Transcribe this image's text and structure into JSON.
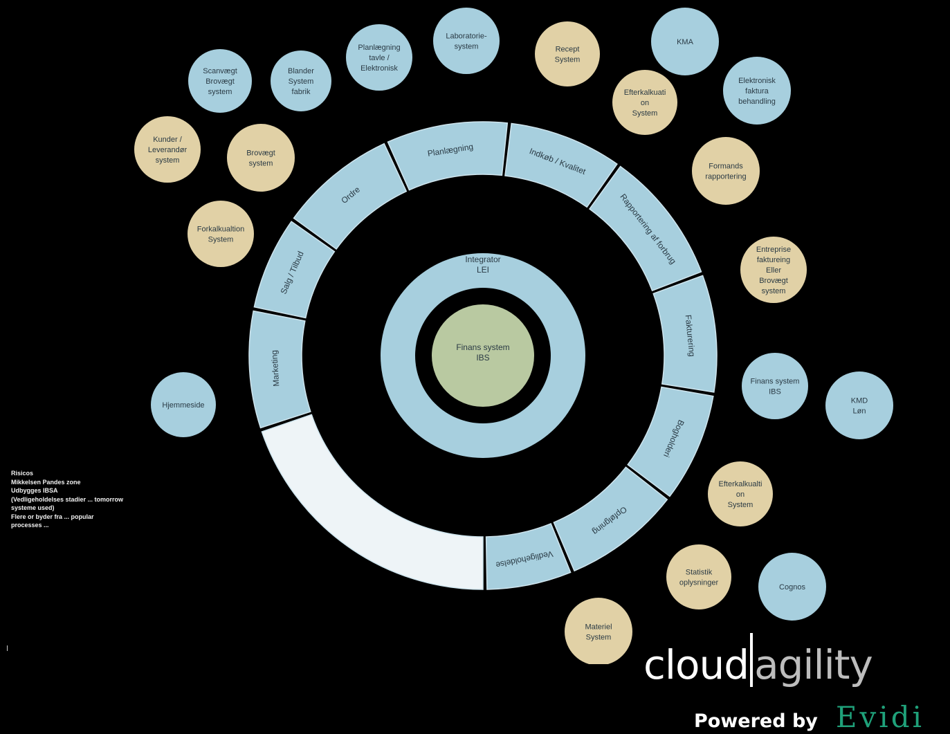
{
  "colors": {
    "blue": "#a7cfde",
    "tan": "#e1d1a6",
    "center": "#b9c9a1",
    "highlight": "#eef4f7",
    "background": "#000000"
  },
  "ring_segments": [
    "Planlægning",
    "Indkøb / Kvalitet",
    "Rapportering af forbrug",
    "Fakturering",
    "Bogholderi",
    "Opfølgning",
    "Vedligeholdelse",
    "",
    "Marketing",
    "Salg / Tilbud",
    "Ordre"
  ],
  "inner_ring": [
    "Integrator",
    "LEI"
  ],
  "center": [
    "Finans system",
    "IBS"
  ],
  "systems": [
    {
      "id": "scanvaegt",
      "lines": [
        "Scanvægt",
        "Brovægt",
        "system"
      ],
      "color": "blue"
    },
    {
      "id": "blander",
      "lines": [
        "Blander",
        "System",
        "fabrik"
      ],
      "color": "blue"
    },
    {
      "id": "planlaegning-tavle",
      "lines": [
        "Planlægning",
        "tavle /",
        "Elektronisk"
      ],
      "color": "blue"
    },
    {
      "id": "laboratorie",
      "lines": [
        "Laboratorie-",
        "system"
      ],
      "color": "blue"
    },
    {
      "id": "recept",
      "lines": [
        "Recept",
        "System"
      ],
      "color": "tan"
    },
    {
      "id": "kma",
      "lines": [
        "KMA"
      ],
      "color": "blue"
    },
    {
      "id": "efterkalkulation-top",
      "lines": [
        "Efterkalkuati",
        "on",
        "System"
      ],
      "color": "tan"
    },
    {
      "id": "elektronisk-faktura",
      "lines": [
        "Elektronisk",
        "faktura",
        "behandling"
      ],
      "color": "blue"
    },
    {
      "id": "kunder",
      "lines": [
        "Kunder /",
        "Leverandør",
        "system"
      ],
      "color": "tan"
    },
    {
      "id": "brovaegt",
      "lines": [
        "Brovægt",
        "system"
      ],
      "color": "tan"
    },
    {
      "id": "formands",
      "lines": [
        "Formands",
        "rapportering"
      ],
      "color": "tan"
    },
    {
      "id": "forkalkulation",
      "lines": [
        "Forkalkualtion",
        "System"
      ],
      "color": "tan"
    },
    {
      "id": "entreprise",
      "lines": [
        "Entreprise",
        "faktureing",
        "Eller",
        "Brovægt",
        "system"
      ],
      "color": "tan"
    },
    {
      "id": "hjemmeside",
      "lines": [
        "Hjemmeside"
      ],
      "color": "blue"
    },
    {
      "id": "finans-right",
      "lines": [
        "Finans system",
        "IBS"
      ],
      "color": "blue"
    },
    {
      "id": "kmd",
      "lines": [
        "KMD",
        "Løn"
      ],
      "color": "blue"
    },
    {
      "id": "efterkalkulation-bottom",
      "lines": [
        "Efterkalkualti",
        "on",
        "System"
      ],
      "color": "tan"
    },
    {
      "id": "statistik",
      "lines": [
        "Statistik",
        "oplysninger"
      ],
      "color": "tan"
    },
    {
      "id": "cognos",
      "lines": [
        "Cognos"
      ],
      "color": "blue"
    },
    {
      "id": "materiel",
      "lines": [
        "Materiel",
        "System"
      ],
      "color": "tan"
    }
  ],
  "notes": "Risicos\nMikkelsen Pandes zone\nUdbygges IBSA\n(Vedligeholdelses stadier ... tomorrow\nsysteme used)\nFlere or byder fra ... popular\nprocesses ...",
  "logo": {
    "part1": "cloud",
    "part2": "agility"
  },
  "powered": {
    "by": "Powered by",
    "brand": "Evidi"
  }
}
